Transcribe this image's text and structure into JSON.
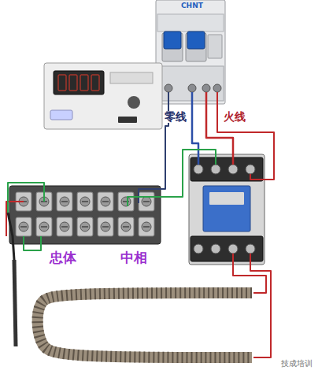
{
  "diagram": {
    "labels": [
      "零线",
      "火线",
      "忠体",
      "中相",
      "CHNT",
      "技成培训"
    ]
  }
}
